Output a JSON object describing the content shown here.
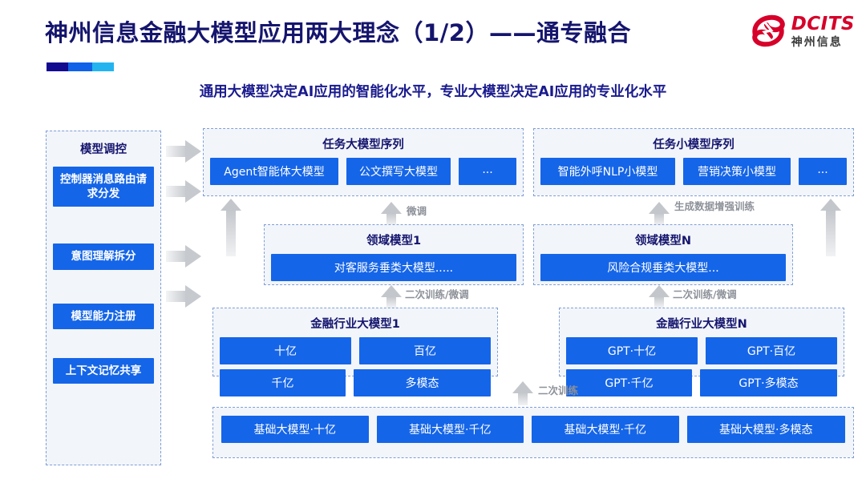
{
  "header": {
    "title": "神州信息金融大模型应用两大理念（1/2）——通专融合",
    "subtitle": "通用大模型决定AI应用的智能化水平，专业大模型决定AI应用的专业化水平",
    "logo_en": "DCITS",
    "logo_cn": "神州信息",
    "accent_colors": [
      "#120a8f",
      "#1062e8",
      "#23b4ef"
    ],
    "title_color": "#15156e",
    "logo_color": "#d6002a"
  },
  "sidebar": {
    "title": "模型调控",
    "items": [
      {
        "label": "控制器消息路由请求分发"
      },
      {
        "label": "意图理解拆分"
      },
      {
        "label": "模型能力注册"
      },
      {
        "label": "上下文记忆共享"
      }
    ]
  },
  "board": {
    "task_big": {
      "title": "任务大模型序列",
      "chips": [
        "Agent智能体大模型",
        "公文撰写大模型",
        "..."
      ]
    },
    "task_small": {
      "title": "任务小模型序列",
      "chips": [
        "智能外呼NLP小模型",
        "营销决策小模型",
        "..."
      ]
    },
    "domain_1": {
      "title": "领域模型1",
      "chips": [
        "对客服务垂类大模型....."
      ]
    },
    "domain_n": {
      "title": "领域模型N",
      "chips": [
        "风险合规垂类大模型..."
      ]
    },
    "industry_1": {
      "title": "金融行业大模型1",
      "chips": [
        "十亿",
        "百亿",
        "千亿",
        "多模态"
      ]
    },
    "industry_n": {
      "title": "金融行业大模型N",
      "chips": [
        "GPT·十亿",
        "GPT·百亿",
        "GPT·千亿",
        "GPT·多模态"
      ]
    },
    "base": {
      "chips": [
        "基础大模型·十亿",
        "基础大模型·千亿",
        "基础大模型·千亿",
        "基础大模型·多模态"
      ]
    },
    "arrow_labels": {
      "fine_tune": "微调",
      "data_aug": "生成数据增强训练",
      "retrain_fine_tune_left": "二次训练/微调",
      "retrain_fine_tune_right": "二次训练/微调",
      "retrain": "二次训练"
    },
    "chip_color": "#1565e8",
    "panel_border_color": "#7f9fd6"
  }
}
